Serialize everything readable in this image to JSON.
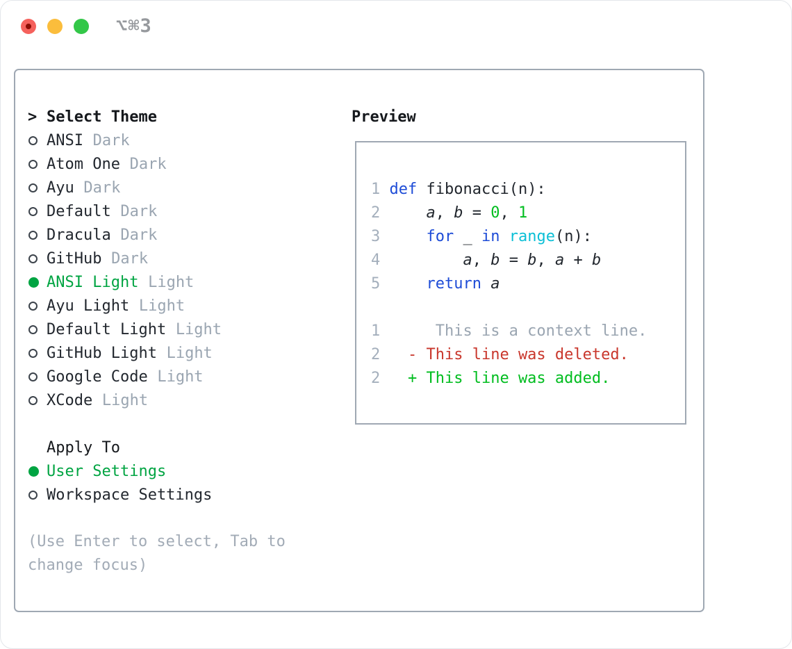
{
  "window": {
    "title": "⌥⌘3"
  },
  "titlebar_buttons": {
    "close": "close",
    "minimize": "minimize",
    "zoom": "zoom"
  },
  "select_theme": {
    "prompt": ">",
    "title": "Select Theme",
    "items": [
      {
        "name": "ANSI",
        "tag": "Dark",
        "selected": false
      },
      {
        "name": "Atom One",
        "tag": "Dark",
        "selected": false
      },
      {
        "name": "Ayu",
        "tag": "Dark",
        "selected": false
      },
      {
        "name": "Default",
        "tag": "Dark",
        "selected": false
      },
      {
        "name": "Dracula",
        "tag": "Dark",
        "selected": false
      },
      {
        "name": "GitHub",
        "tag": "Dark",
        "selected": false
      },
      {
        "name": "ANSI Light",
        "tag": "Light",
        "selected": true
      },
      {
        "name": "Ayu Light",
        "tag": "Light",
        "selected": false
      },
      {
        "name": "Default Light",
        "tag": "Light",
        "selected": false
      },
      {
        "name": "GitHub Light",
        "tag": "Light",
        "selected": false
      },
      {
        "name": "Google Code",
        "tag": "Light",
        "selected": false
      },
      {
        "name": "XCode",
        "tag": "Light",
        "selected": false
      }
    ]
  },
  "apply_to": {
    "title": "Apply To",
    "options": [
      {
        "label": "User Settings",
        "selected": true
      },
      {
        "label": "Workspace Settings",
        "selected": false
      }
    ]
  },
  "hint": {
    "lines": [
      "(Use Enter to select, Tab to",
      "change focus)"
    ]
  },
  "preview": {
    "title": "Preview",
    "lines": [
      {
        "tokens": [
          {
            "t": "1",
            "c": "linenum"
          },
          {
            "t": " ",
            "c": "text"
          },
          {
            "t": "def",
            "c": "keyword"
          },
          {
            "t": " fibonacci(n):",
            "c": "text"
          }
        ]
      },
      {
        "tokens": [
          {
            "t": "2",
            "c": "linenum"
          },
          {
            "t": "     ",
            "c": "text"
          },
          {
            "t": "a",
            "c": "text",
            "i": true
          },
          {
            "t": ", ",
            "c": "text"
          },
          {
            "t": "b",
            "c": "text",
            "i": true
          },
          {
            "t": " = ",
            "c": "text"
          },
          {
            "t": "0",
            "c": "number"
          },
          {
            "t": ", ",
            "c": "text"
          },
          {
            "t": "1",
            "c": "number"
          }
        ]
      },
      {
        "tokens": [
          {
            "t": "3",
            "c": "linenum"
          },
          {
            "t": "     ",
            "c": "text"
          },
          {
            "t": "for",
            "c": "keyword"
          },
          {
            "t": " _ ",
            "c": "text"
          },
          {
            "t": "in",
            "c": "keyword"
          },
          {
            "t": " ",
            "c": "text"
          },
          {
            "t": "range",
            "c": "builtin"
          },
          {
            "t": "(n):",
            "c": "text"
          }
        ]
      },
      {
        "tokens": [
          {
            "t": "4",
            "c": "linenum"
          },
          {
            "t": "         ",
            "c": "text"
          },
          {
            "t": "a",
            "c": "text",
            "i": true
          },
          {
            "t": ", ",
            "c": "text"
          },
          {
            "t": "b",
            "c": "text",
            "i": true
          },
          {
            "t": " = ",
            "c": "text"
          },
          {
            "t": "b",
            "c": "text",
            "i": true
          },
          {
            "t": ", ",
            "c": "text"
          },
          {
            "t": "a",
            "c": "text",
            "i": true
          },
          {
            "t": " + ",
            "c": "text"
          },
          {
            "t": "b",
            "c": "text",
            "i": true
          }
        ]
      },
      {
        "tokens": [
          {
            "t": "5",
            "c": "linenum"
          },
          {
            "t": "     ",
            "c": "text"
          },
          {
            "t": "return",
            "c": "keyword"
          },
          {
            "t": " ",
            "c": "text"
          },
          {
            "t": "a",
            "c": "text",
            "i": true
          }
        ]
      },
      {
        "tokens": []
      },
      {
        "tokens": [
          {
            "t": "1",
            "c": "linenum"
          },
          {
            "t": "      This is a context line.",
            "c": "muted"
          }
        ]
      },
      {
        "tokens": [
          {
            "t": "2",
            "c": "linenum"
          },
          {
            "t": "   ",
            "c": "text"
          },
          {
            "t": "- This line was deleted.",
            "c": "deleted"
          }
        ]
      },
      {
        "tokens": [
          {
            "t": "2",
            "c": "linenum"
          },
          {
            "t": "   ",
            "c": "text"
          },
          {
            "t": "+ This line was added.",
            "c": "added"
          }
        ]
      }
    ]
  },
  "colors": {
    "text": "#22272e",
    "heading": "#15181c",
    "muted": "#9aa5b1",
    "linenum": "#a4afbc",
    "hint": "#a2abb6",
    "keyword": "#1e4cd7",
    "builtin": "#0bbfd6",
    "number": "#00bd1f",
    "added": "#00bd1f",
    "deleted": "#c9372c",
    "selected_green": "#00a442",
    "border": "#9fa8b3",
    "radio": "#3c434b",
    "titlebar": "#96999d",
    "traffic_red": "#f5615c",
    "traffic_red_dot": "#8c0d05",
    "traffic_yellow": "#fbbd3c",
    "traffic_green": "#33c748"
  }
}
